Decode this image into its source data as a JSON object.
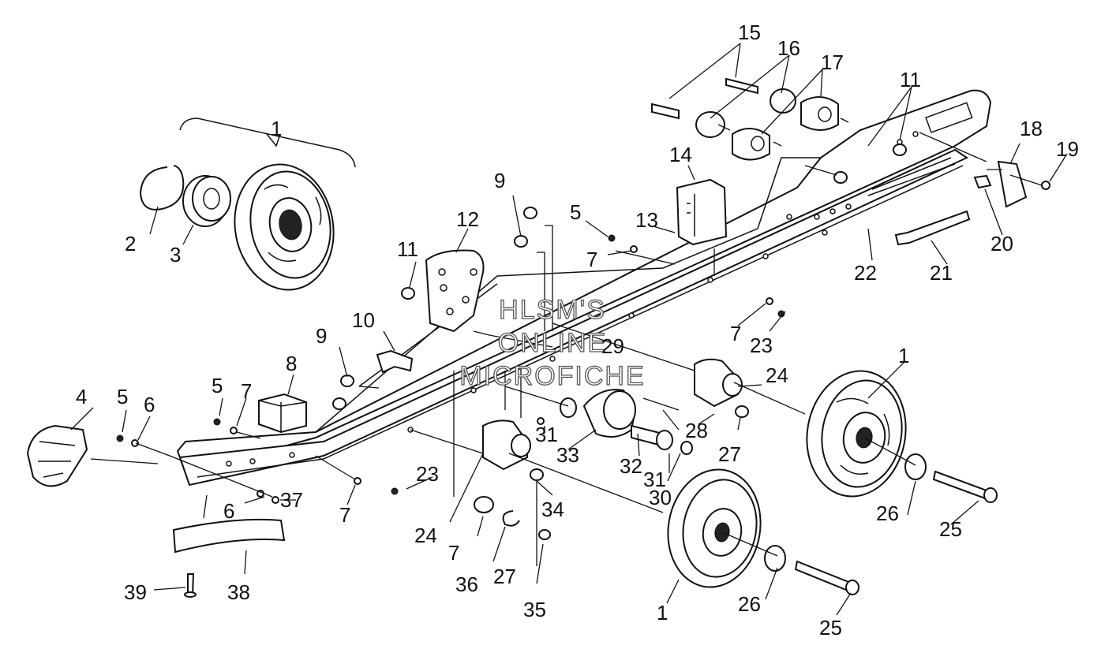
{
  "callouts": {
    "c1a": "1",
    "c1b": "1",
    "c1c": "1",
    "c2": "2",
    "c3": "3",
    "c4": "4",
    "c5a": "5",
    "c5b": "5",
    "c5c": "5",
    "c6a": "6",
    "c6b": "6",
    "c7a": "7",
    "c7b": "7",
    "c7c": "7",
    "c7d": "7",
    "c7e": "7",
    "c8": "8",
    "c9a": "9",
    "c9b": "9",
    "c10": "10",
    "c11a": "11",
    "c11b": "11",
    "c12": "12",
    "c13": "13",
    "c14": "14",
    "c15": "15",
    "c16": "16",
    "c17": "17",
    "c18": "18",
    "c19": "19",
    "c20": "20",
    "c21": "21",
    "c22": "22",
    "c23a": "23",
    "c23b": "23",
    "c24a": "24",
    "c24b": "24",
    "c25a": "25",
    "c25b": "25",
    "c26a": "26",
    "c26b": "26",
    "c27a": "27",
    "c27b": "27",
    "c28": "28",
    "c29": "29",
    "c30": "30",
    "c31a": "31",
    "c31b": "31",
    "c32": "32",
    "c33": "33",
    "c34": "34",
    "c35": "35",
    "c36": "36",
    "c37": "37",
    "c38": "38",
    "c39": "39"
  },
  "watermark": {
    "line1": "HLSM'S",
    "line2": "ONLINE",
    "line3": "MICROFICHE"
  }
}
